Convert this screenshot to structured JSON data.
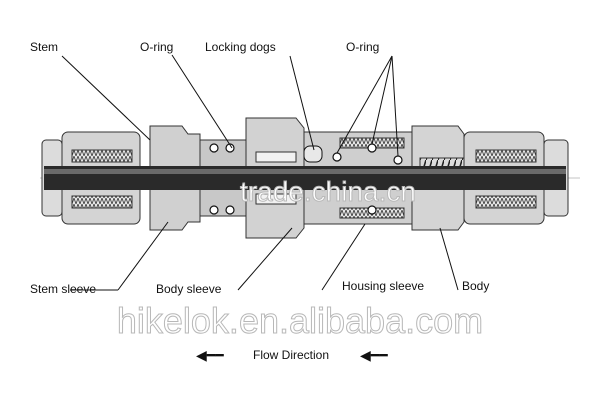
{
  "labels": {
    "stem": "Stem",
    "oring_left": "O-ring",
    "locking_dogs": "Locking dogs",
    "oring_right": "O-ring",
    "stem_sleeve": "Stem sleeve",
    "body_sleeve": "Body sleeve",
    "housing_sleeve": "Housing sleeve",
    "body": "Body"
  },
  "watermarks": {
    "center": "trade.china.cn",
    "bottom": "hikelok.en.alibaba.com"
  },
  "flow": {
    "text": "Flow Direction",
    "arrow_glyph": "◀━━"
  }
}
